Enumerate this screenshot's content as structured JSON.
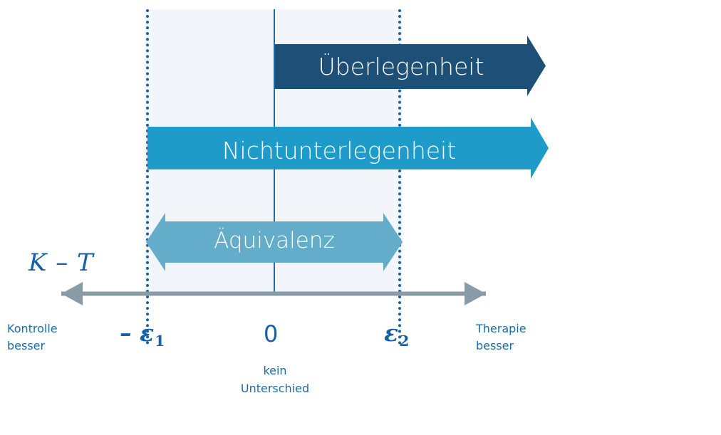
{
  "diagram": {
    "title": "Equivalence / Non-inferiority / Superiority margins",
    "axis_name": "K – T",
    "bars": [
      {
        "id": "superiority",
        "label": "Überlegenheit",
        "color": "#1d4f77",
        "direction": "right",
        "start": "0",
        "end": "open"
      },
      {
        "id": "noninferiority",
        "label": "Nichtunterlegenheit",
        "color": "#1f9bc9",
        "direction": "right",
        "start": "-e1",
        "end": "open"
      },
      {
        "id": "equivalence",
        "label": "Äquivalenz",
        "color": "#63acca",
        "direction": "both",
        "start": "-e1",
        "end": "e2"
      }
    ],
    "ticks": [
      {
        "id": "eps1",
        "label": "– ε",
        "sub": "1",
        "position": "-e1"
      },
      {
        "id": "zero",
        "label": "0",
        "sub": "",
        "position": "0"
      },
      {
        "id": "eps2",
        "label": "ε",
        "sub": "2",
        "position": "e2"
      }
    ],
    "notes": {
      "left": "Kontrolle\nbesser",
      "right": "Therapie\nbesser",
      "center": "kein\nUnterschied"
    },
    "colors": {
      "band": "#f2f5f9",
      "zero_line": "#1b6da8",
      "dotted_line": "#1d5f96",
      "axis_line": "#8a9ba8",
      "superiority": "#1d4f77",
      "noninferiority": "#1f9bc9",
      "equivalence": "#63acca",
      "text_blue": "#1461a8",
      "note_blue": "#1d6aa8"
    }
  }
}
